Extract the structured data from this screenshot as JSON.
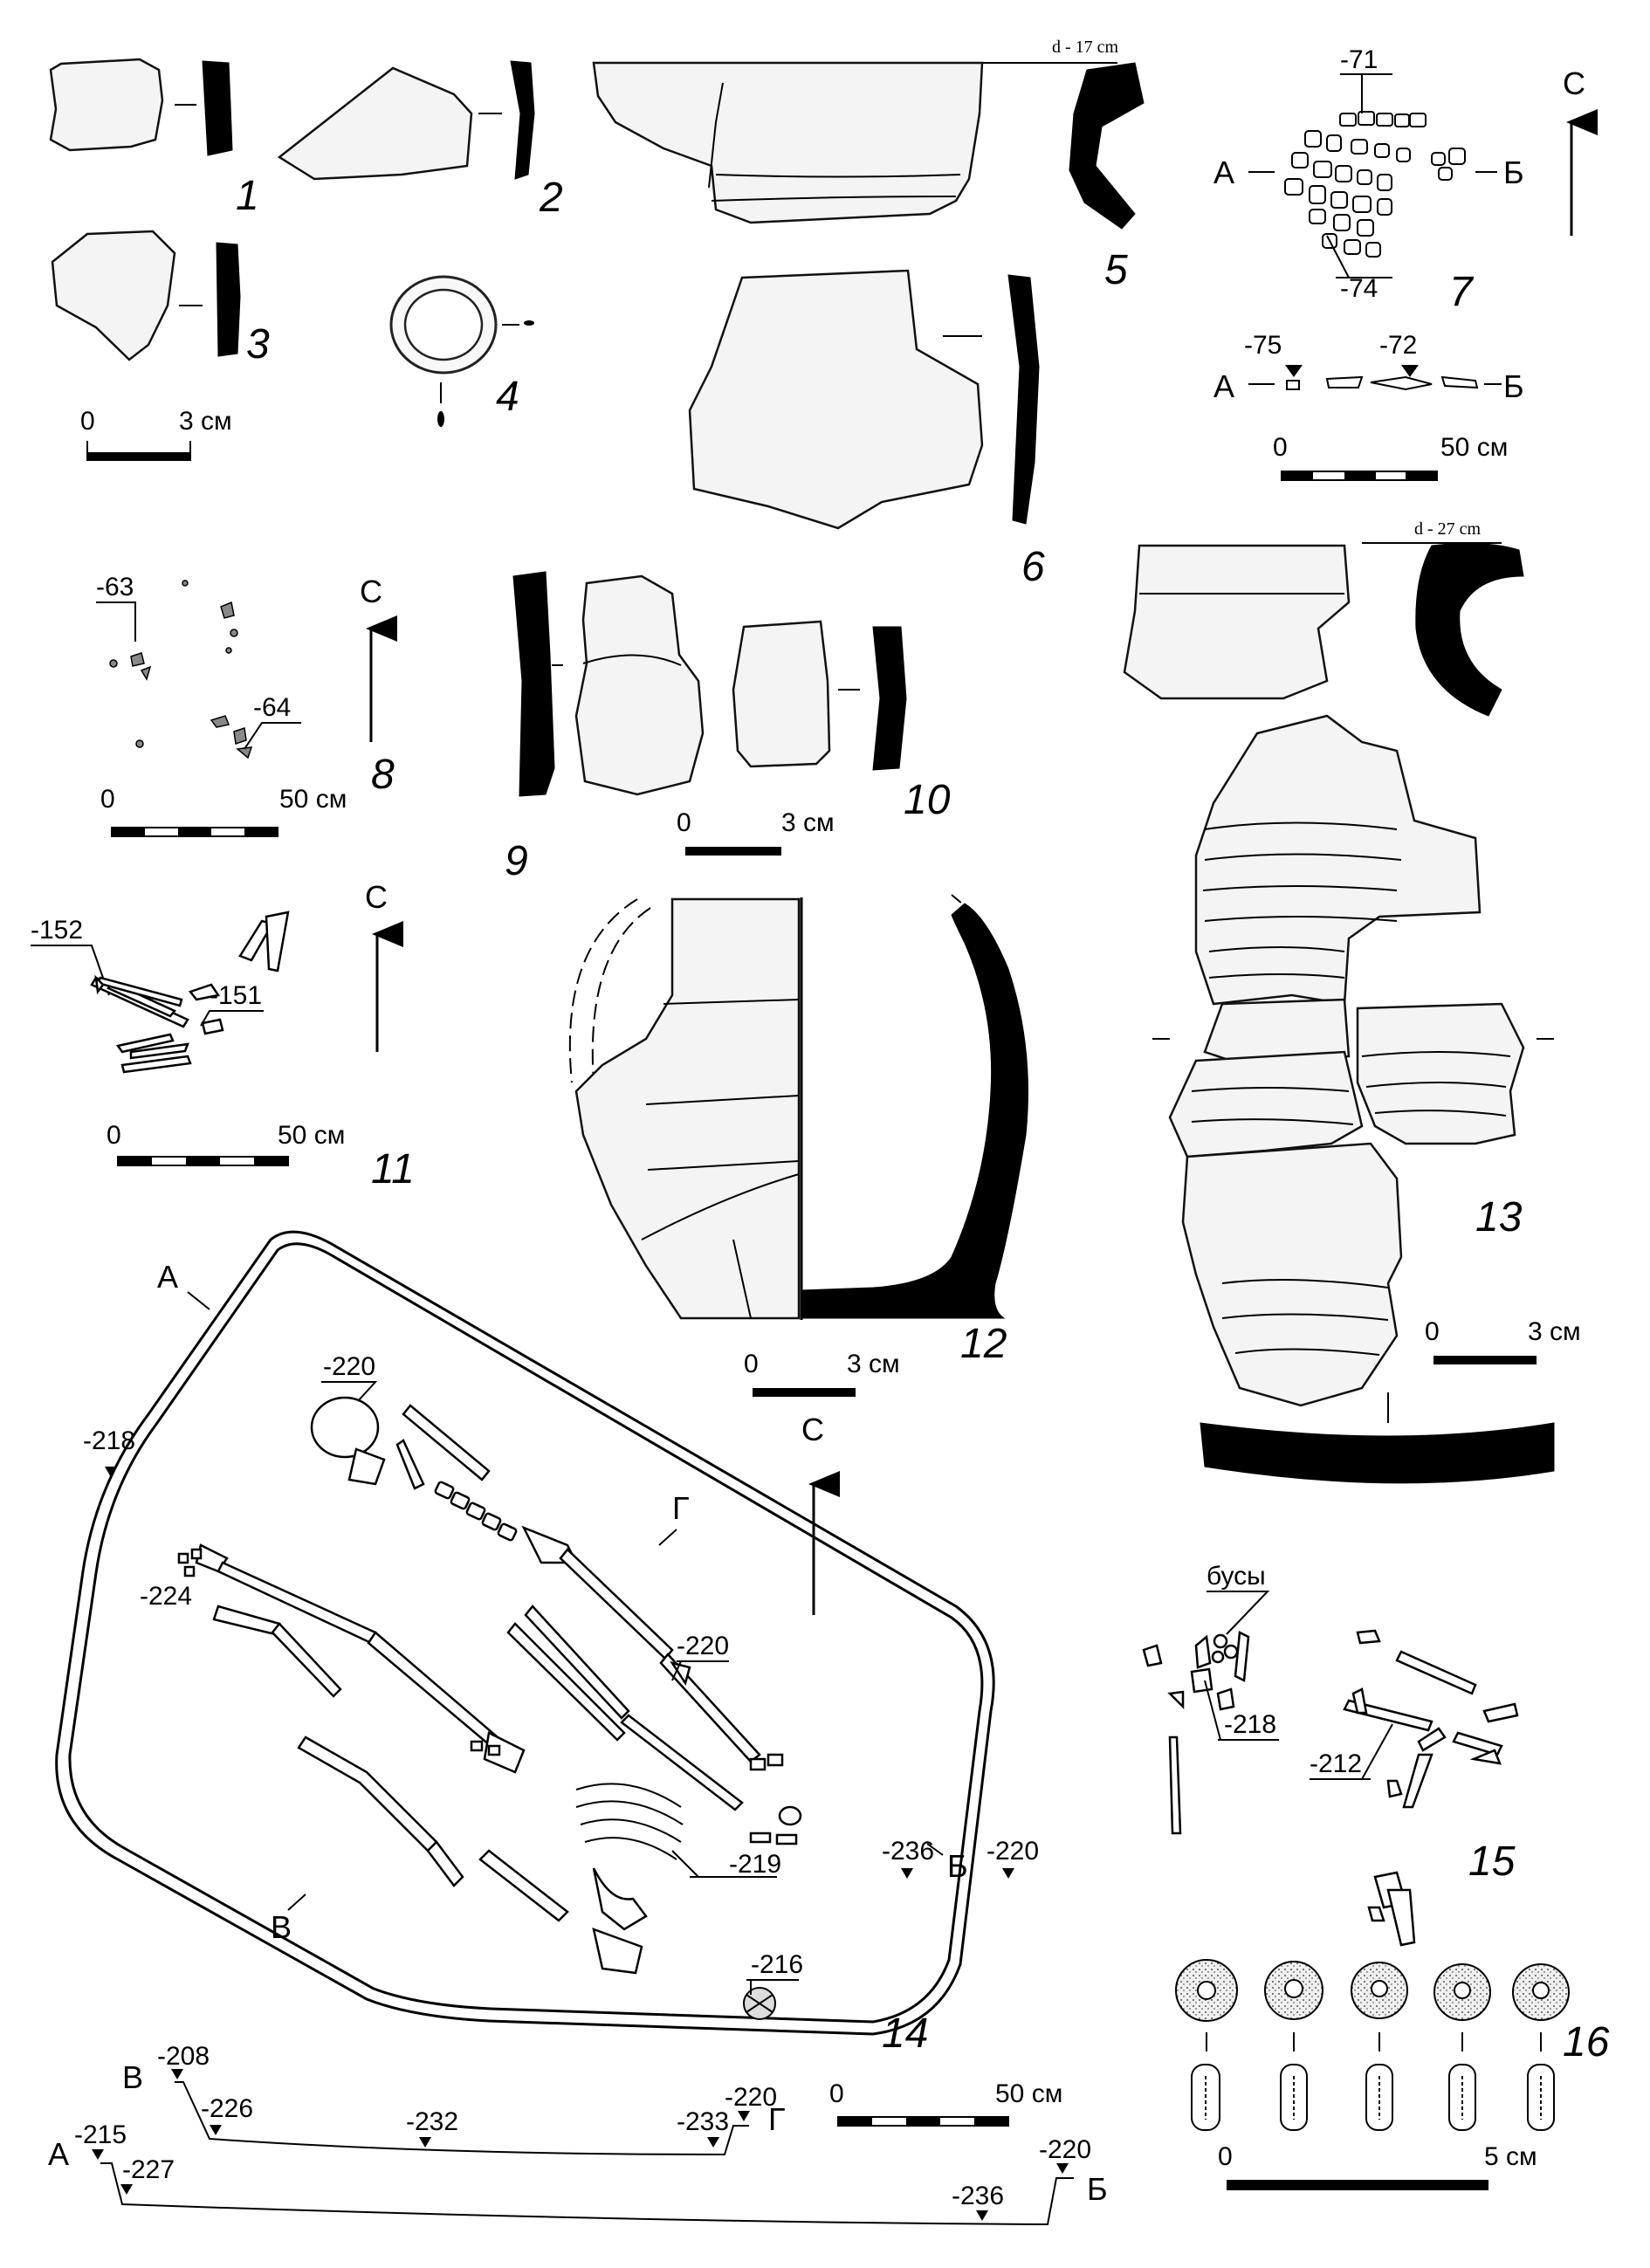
{
  "figures": {
    "1": "1",
    "2": "2",
    "3": "3",
    "4": "4",
    "5": "5",
    "6": "6",
    "7": "7",
    "8": "8",
    "9": "9",
    "10": "10",
    "11": "11",
    "12": "12",
    "13": "13",
    "14": "14",
    "15": "15",
    "16": "16"
  },
  "scales": {
    "s1": {
      "zero": "0",
      "value": "3 см"
    },
    "s7": {
      "zero": "0",
      "value": "50 см"
    },
    "s8": {
      "zero": "0",
      "value": "50 см"
    },
    "s10": {
      "zero": "0",
      "value": "3 см"
    },
    "s11": {
      "zero": "0",
      "value": "50 см"
    },
    "s12": {
      "zero": "0",
      "value": "3 см"
    },
    "s13": {
      "zero": "0",
      "value": "3 см"
    },
    "s14": {
      "zero": "0",
      "value": "50 см"
    },
    "s16": {
      "zero": "0",
      "value": "5 см"
    }
  },
  "diameters": {
    "d5": "d - 17 cm",
    "d13": "d - 27 cm"
  },
  "north": "С",
  "fig7": {
    "a": "А",
    "b": "Б",
    "depths_plan": [
      "-71",
      "-74"
    ],
    "a2": "А",
    "b2": "Б",
    "depths_profile": [
      "-75",
      "-72"
    ]
  },
  "fig8": {
    "depths": [
      "-63",
      "-64"
    ]
  },
  "fig11": {
    "depths": [
      "-152",
      "-151"
    ]
  },
  "fig14": {
    "corners": {
      "a": "А",
      "b": "Б",
      "v": "В",
      "g": "Г"
    },
    "depths": {
      "d220a": "-220",
      "d218": "-218",
      "d224": "-224",
      "d220b": "-220",
      "d219": "-219",
      "d236": "-236",
      "d220c": "-220",
      "d216": "-216"
    },
    "profile1": {
      "start": "В",
      "end": "Г",
      "marks": [
        "-208",
        "-226",
        "-232",
        "-233",
        "-220"
      ]
    },
    "profile2": {
      "start": "А",
      "end": "Б",
      "marks": [
        "-215",
        "-227",
        "-236",
        "-220"
      ]
    }
  },
  "fig15": {
    "beads": "бусы",
    "depths": [
      "-218",
      "-212"
    ]
  }
}
